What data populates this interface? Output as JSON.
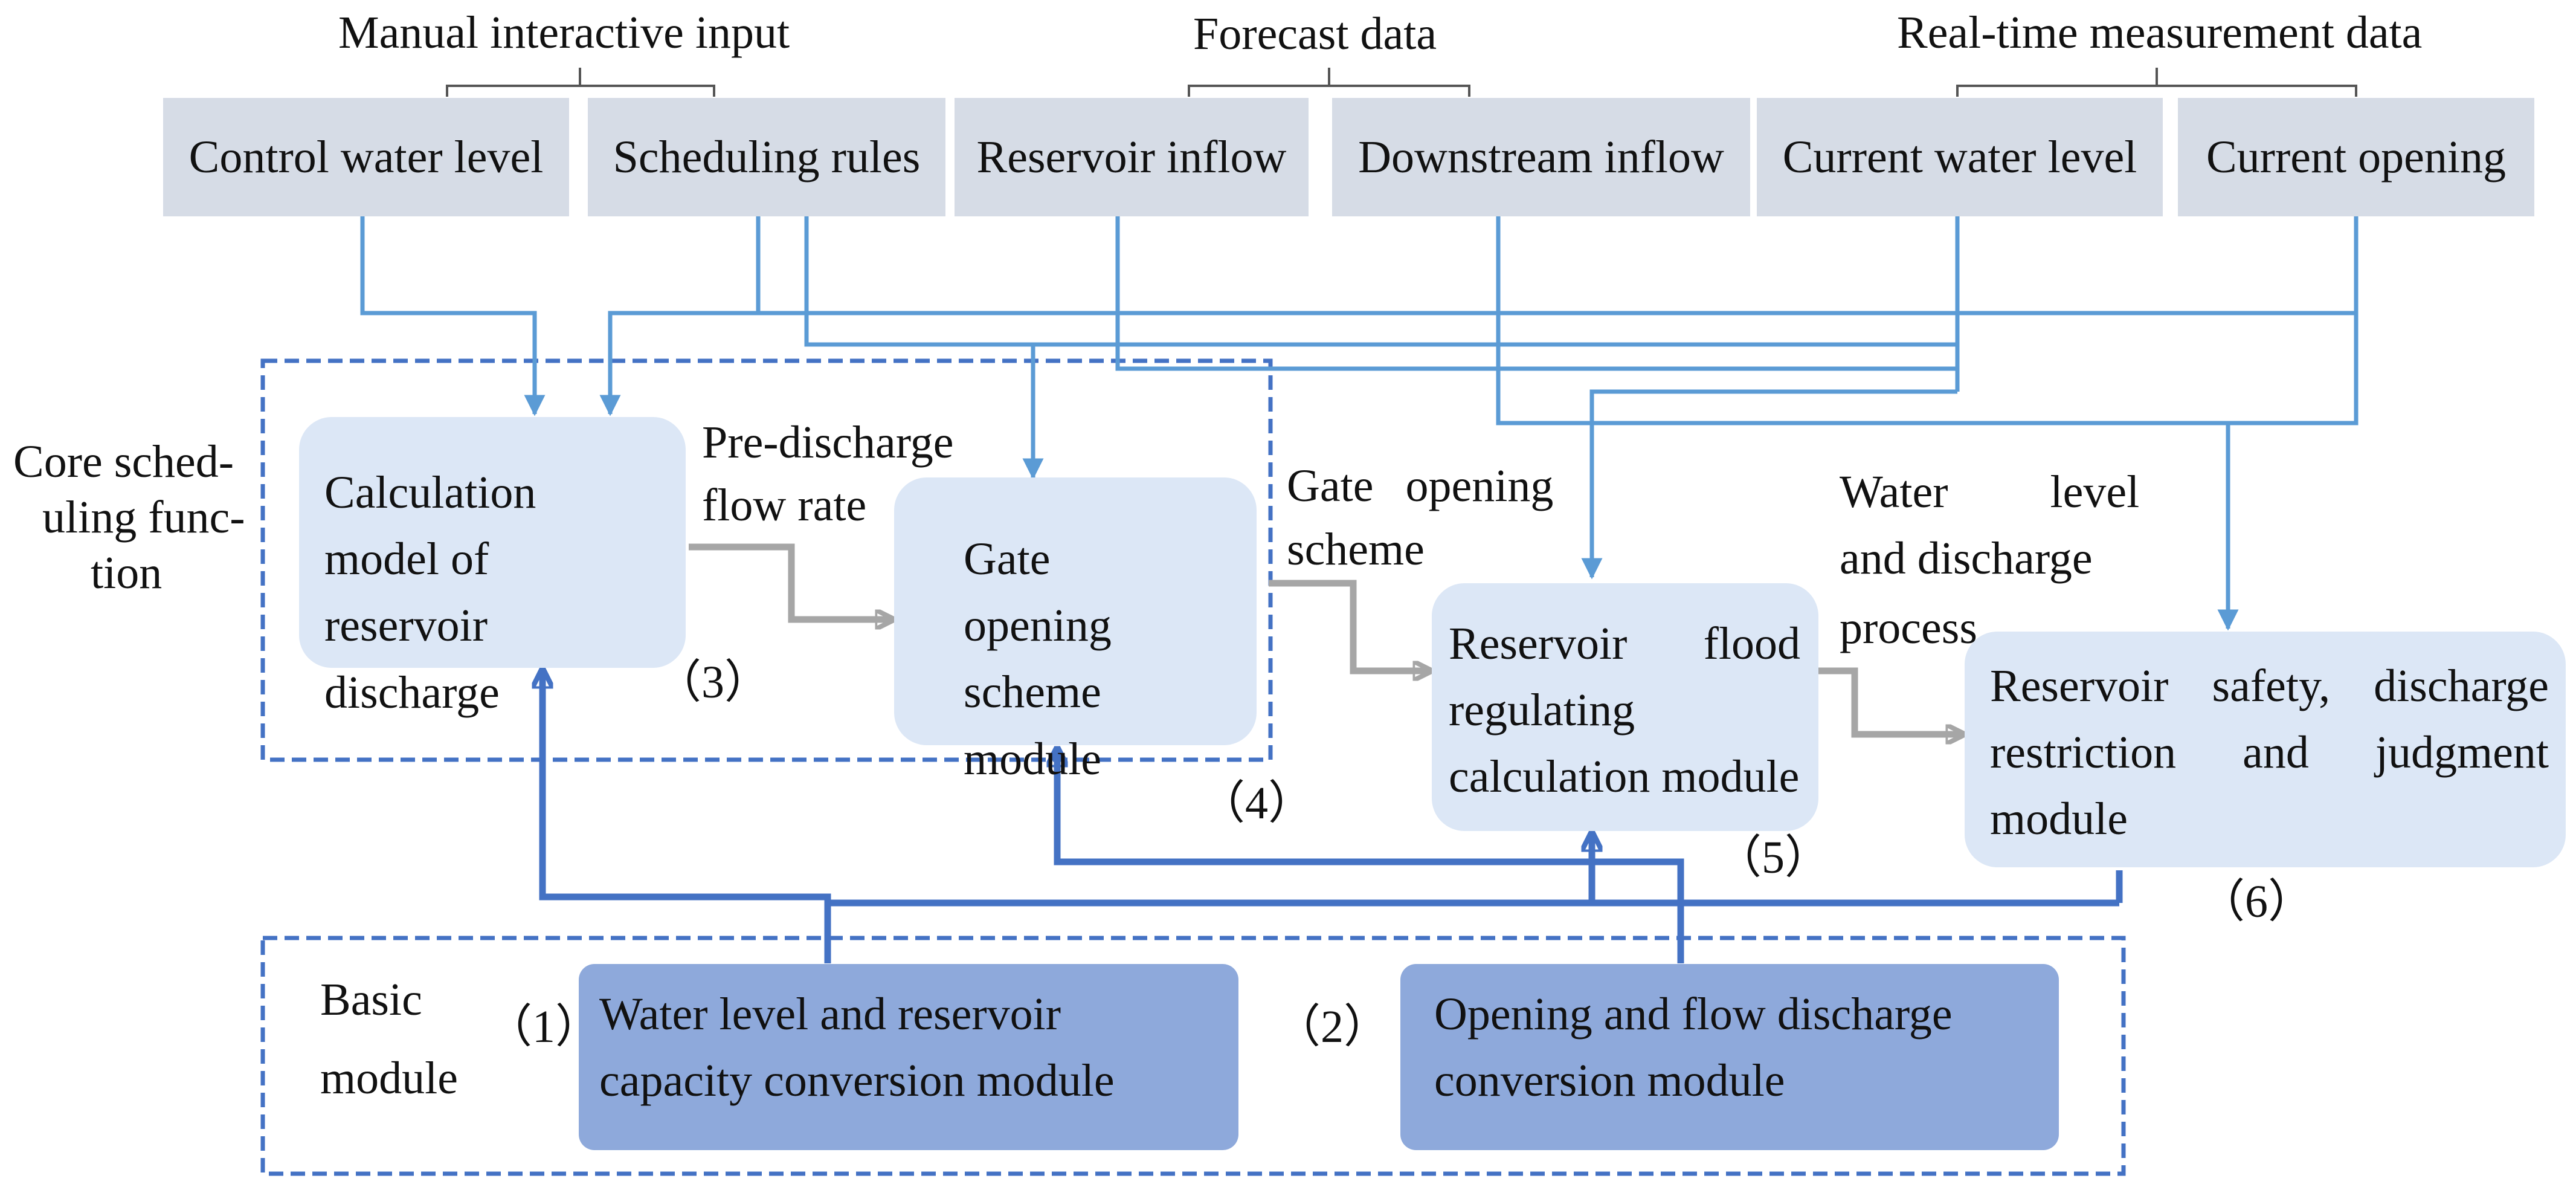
{
  "groups": {
    "manual": "Manual interactive input",
    "forecast": "Forecast data",
    "realtime": "Real-time measurement data"
  },
  "inputs": {
    "control_water_level": "Control water level",
    "scheduling_rules": "Scheduling rules",
    "reservoir_inflow": "Reservoir inflow",
    "downstream_inflow": "Downstream inflow",
    "current_water_level": "Current water level",
    "current_opening": "Current opening"
  },
  "regions": {
    "core_line1": "Core sched-",
    "core_line2": "uling func-",
    "core_line3": "tion",
    "basic_line1": "Basic",
    "basic_line2": "module"
  },
  "modules": {
    "m3": "Calculation model of reservoir discharge",
    "m4": "Gate opening scheme module",
    "m5": "Reservoir flood regulating calculation module",
    "m6": "Reservoir safety, discharge restriction and judgment module",
    "m1": "Water level and reservoir capacity conversion module",
    "m2": "Opening and flow discharge conversion module"
  },
  "labels": {
    "pre_discharge_line1": "Pre-discharge",
    "pre_discharge_line2": "flow rate",
    "gate_opening_line1": "Gate opening",
    "gate_opening_line2": "scheme",
    "water_level_line1": "Water level",
    "water_level_line2": "and discharge",
    "water_level_line3": "process"
  },
  "numbers": {
    "n1": "（1）",
    "n2": "（2）",
    "n3": "（3）",
    "n4": "（4）",
    "n5": "（5）",
    "n6": "（6）"
  },
  "colors": {
    "light_arrow": "#5b9bd5",
    "dark_arrow": "#4472c4",
    "gray_arrow": "#a6a6a6",
    "dashed_border": "#4472c4",
    "input_box": "#d6dce6",
    "core_box": "#dce7f6",
    "basic_box": "#8ea9db"
  }
}
